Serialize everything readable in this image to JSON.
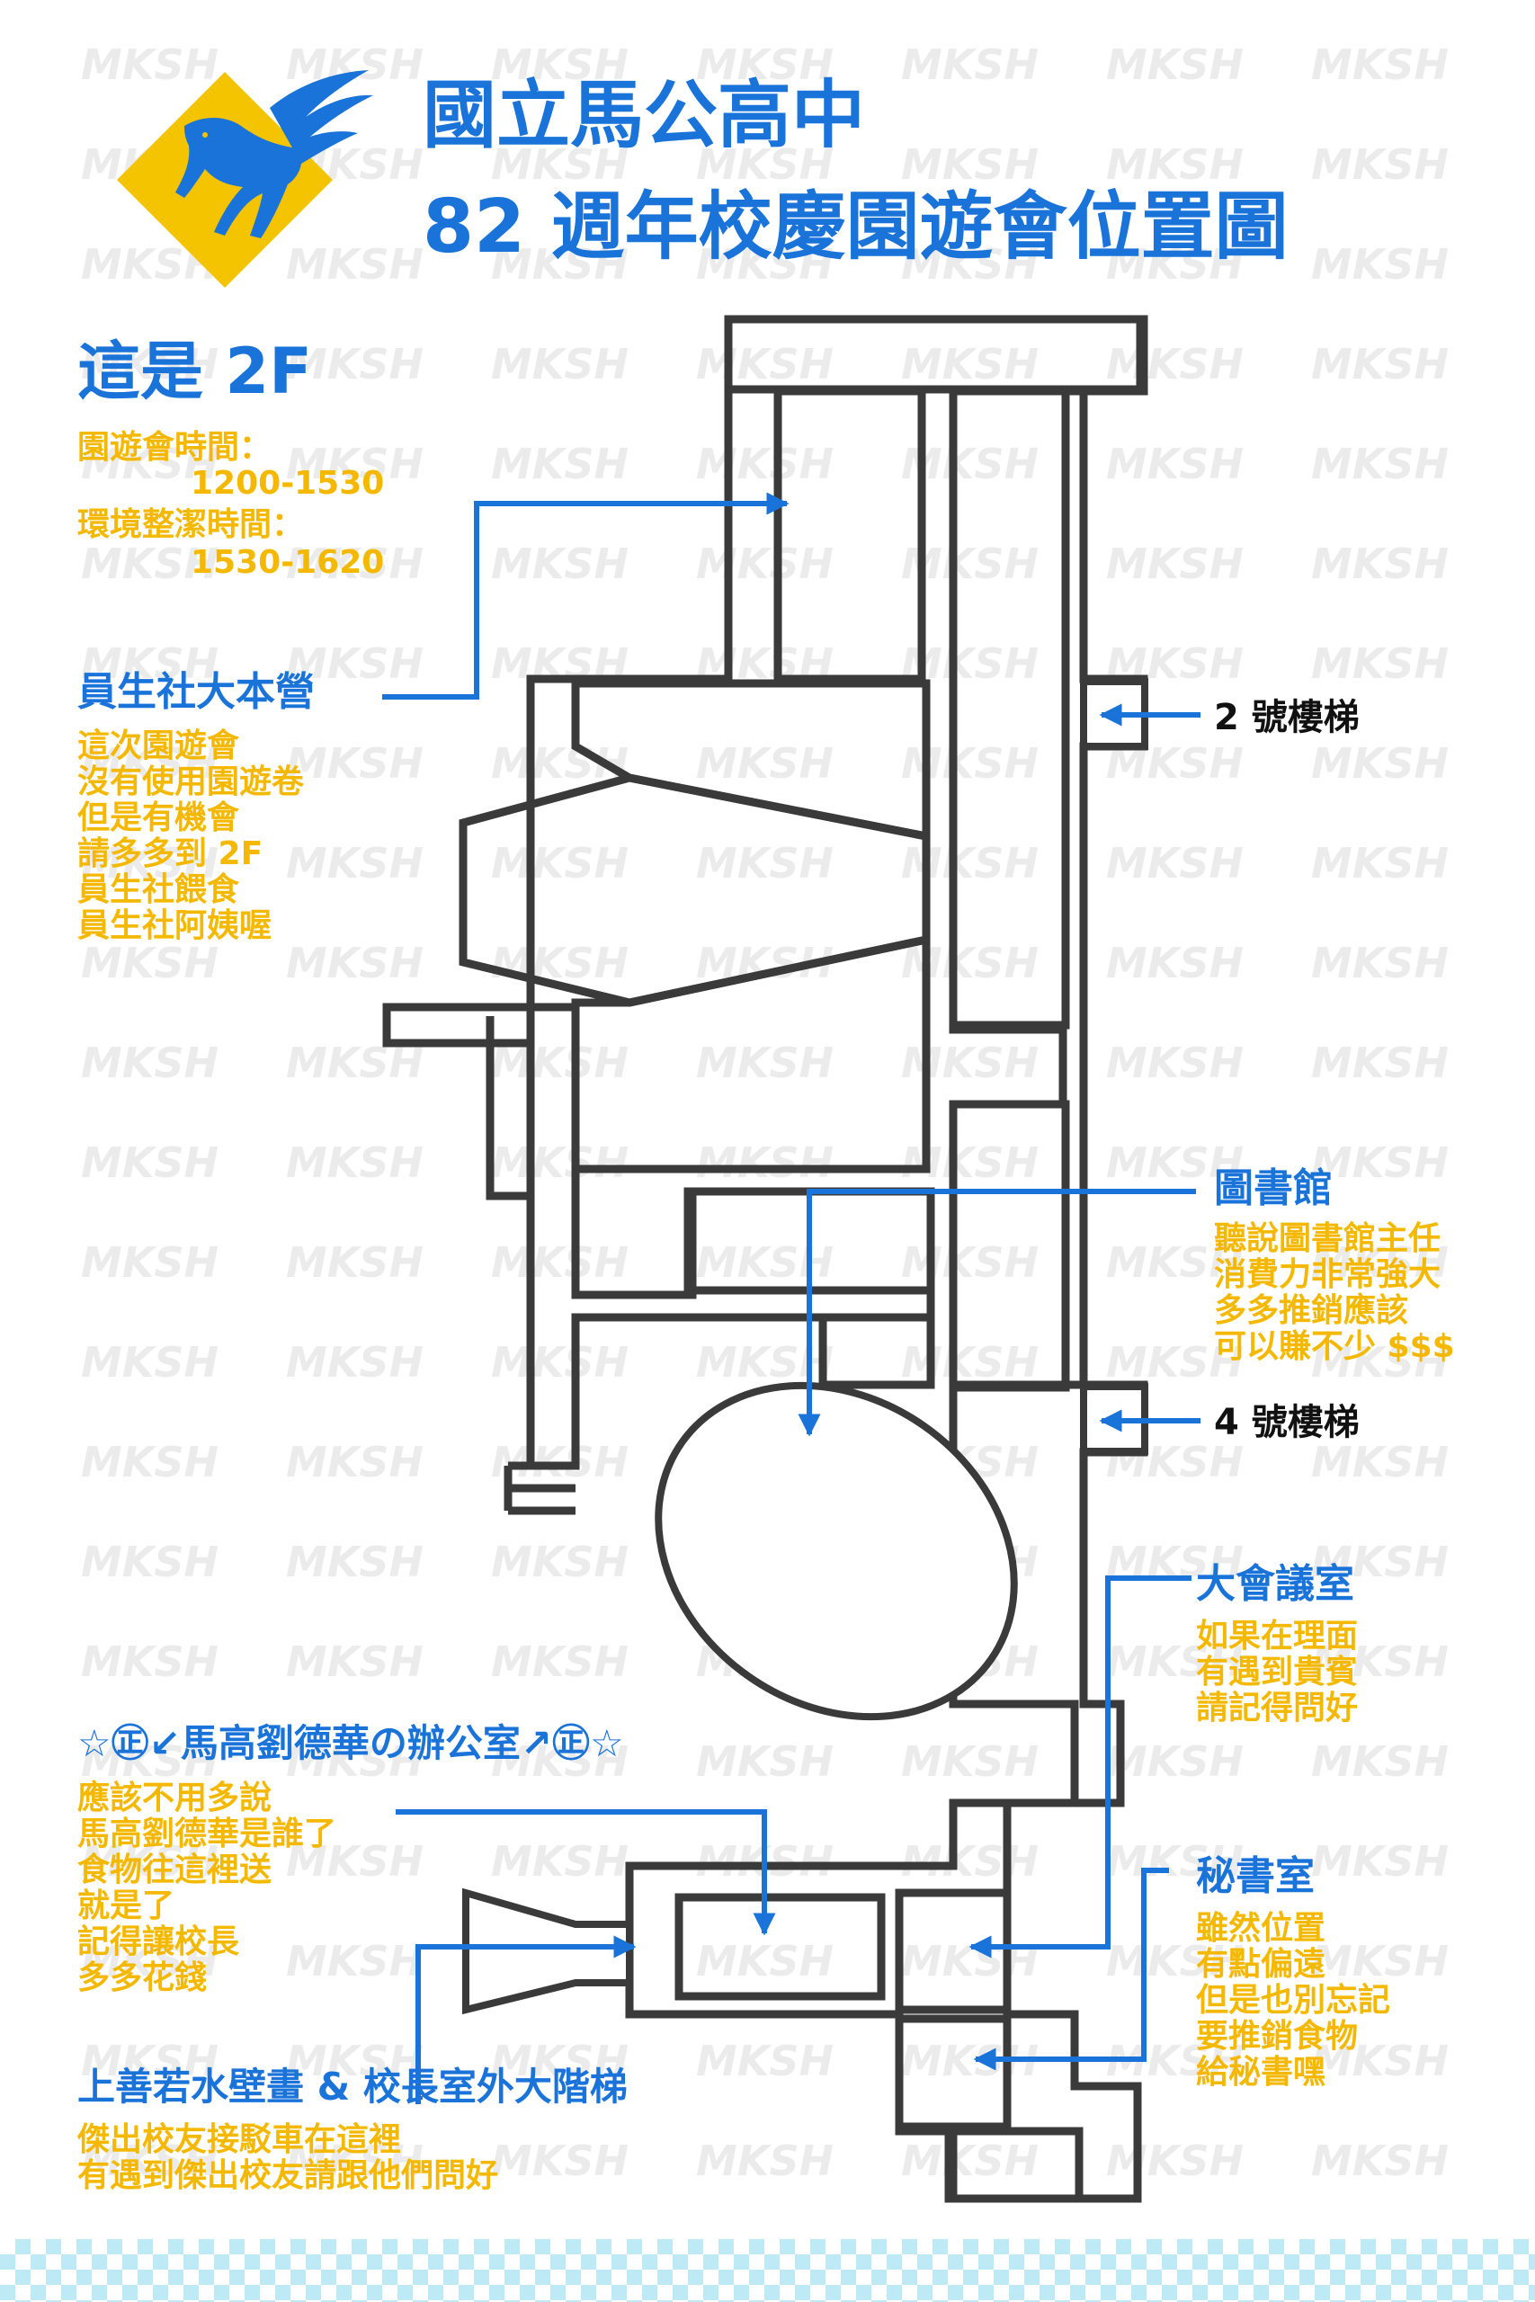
{
  "watermark": "MKSH",
  "colors": {
    "title_blue": "#1a73d9",
    "label_blue": "#1a73d9",
    "note_yellow": "#f5b800",
    "arrow_blue": "#1a73d9",
    "floorplan_line": "#3a3a3a",
    "logo_diamond": "#f5c400",
    "logo_pegasus": "#1a73d9",
    "checker": "#bdeaf5"
  },
  "header": {
    "logo": "pegasus-icon",
    "title_line1": "國立馬公高中",
    "title_line2": "82 週年校慶園遊會位置圖"
  },
  "floor": {
    "label": "這是 2F",
    "fair_time_label": "園遊會時間：",
    "fair_time": "1200-1530",
    "cleanup_label": "環境整潔時間：",
    "cleanup_time": "1530-1620"
  },
  "labels": {
    "coop": {
      "title": "員生社大本營",
      "notes": [
        "這次園遊會",
        "沒有使用園遊卷",
        "但是有機會",
        "請多多到 2F",
        "員生社餵食",
        "員生社阿姨喔"
      ]
    },
    "stair2": {
      "title": "2 號樓梯"
    },
    "library": {
      "title": "圖書館",
      "notes": [
        "聽說圖書館主任",
        "消費力非常強大",
        "多多推銷應該",
        "可以賺不少 $$$"
      ]
    },
    "stair4": {
      "title": "4 號樓梯"
    },
    "conference": {
      "title": "大會議室",
      "notes": [
        "如果在理面",
        "有遇到貴賓",
        "請記得問好"
      ]
    },
    "principal": {
      "title": "☆㊣↙馬高劉德華の辦公室↗㊣☆",
      "notes": [
        "應該不用多說",
        "馬高劉德華是誰了",
        "食物往這裡送",
        "就是了",
        "記得讓校長",
        "多多花錢"
      ]
    },
    "secretary": {
      "title": "秘書室",
      "notes": [
        "雖然位置",
        "有點偏遠",
        "但是也別忘記",
        "要推銷食物",
        "給秘書嘿"
      ]
    },
    "mural": {
      "title": "上善若水壁畫 & 校長室外大階梯",
      "notes": [
        "傑出校友接駁車在這裡",
        "有遇到傑出校友請跟他們問好"
      ]
    }
  }
}
